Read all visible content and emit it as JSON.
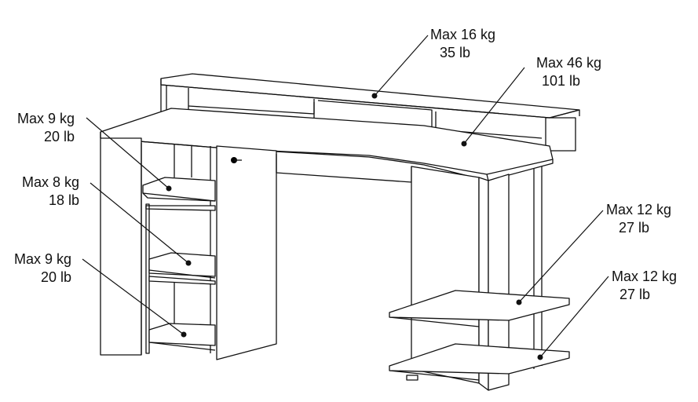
{
  "labels": [
    {
      "kg": "Max 16 kg",
      "lb": "35 lb",
      "part": "top-shelf"
    },
    {
      "kg": "Max 46 kg",
      "lb": "101 lb",
      "part": "desktop"
    },
    {
      "kg": "Max 9 kg",
      "lb": "20 lb",
      "part": "left-shelf-upper"
    },
    {
      "kg": "Max 8 kg",
      "lb": "18 lb",
      "part": "left-shelf-middle"
    },
    {
      "kg": "Max 9 kg",
      "lb": "20 lb",
      "part": "left-shelf-bottom"
    },
    {
      "kg": "Max 12 kg",
      "lb": "27 lb",
      "part": "right-shelf-upper"
    },
    {
      "kg": "Max 12 kg",
      "lb": "27 lb",
      "part": "right-shelf-lower"
    }
  ]
}
